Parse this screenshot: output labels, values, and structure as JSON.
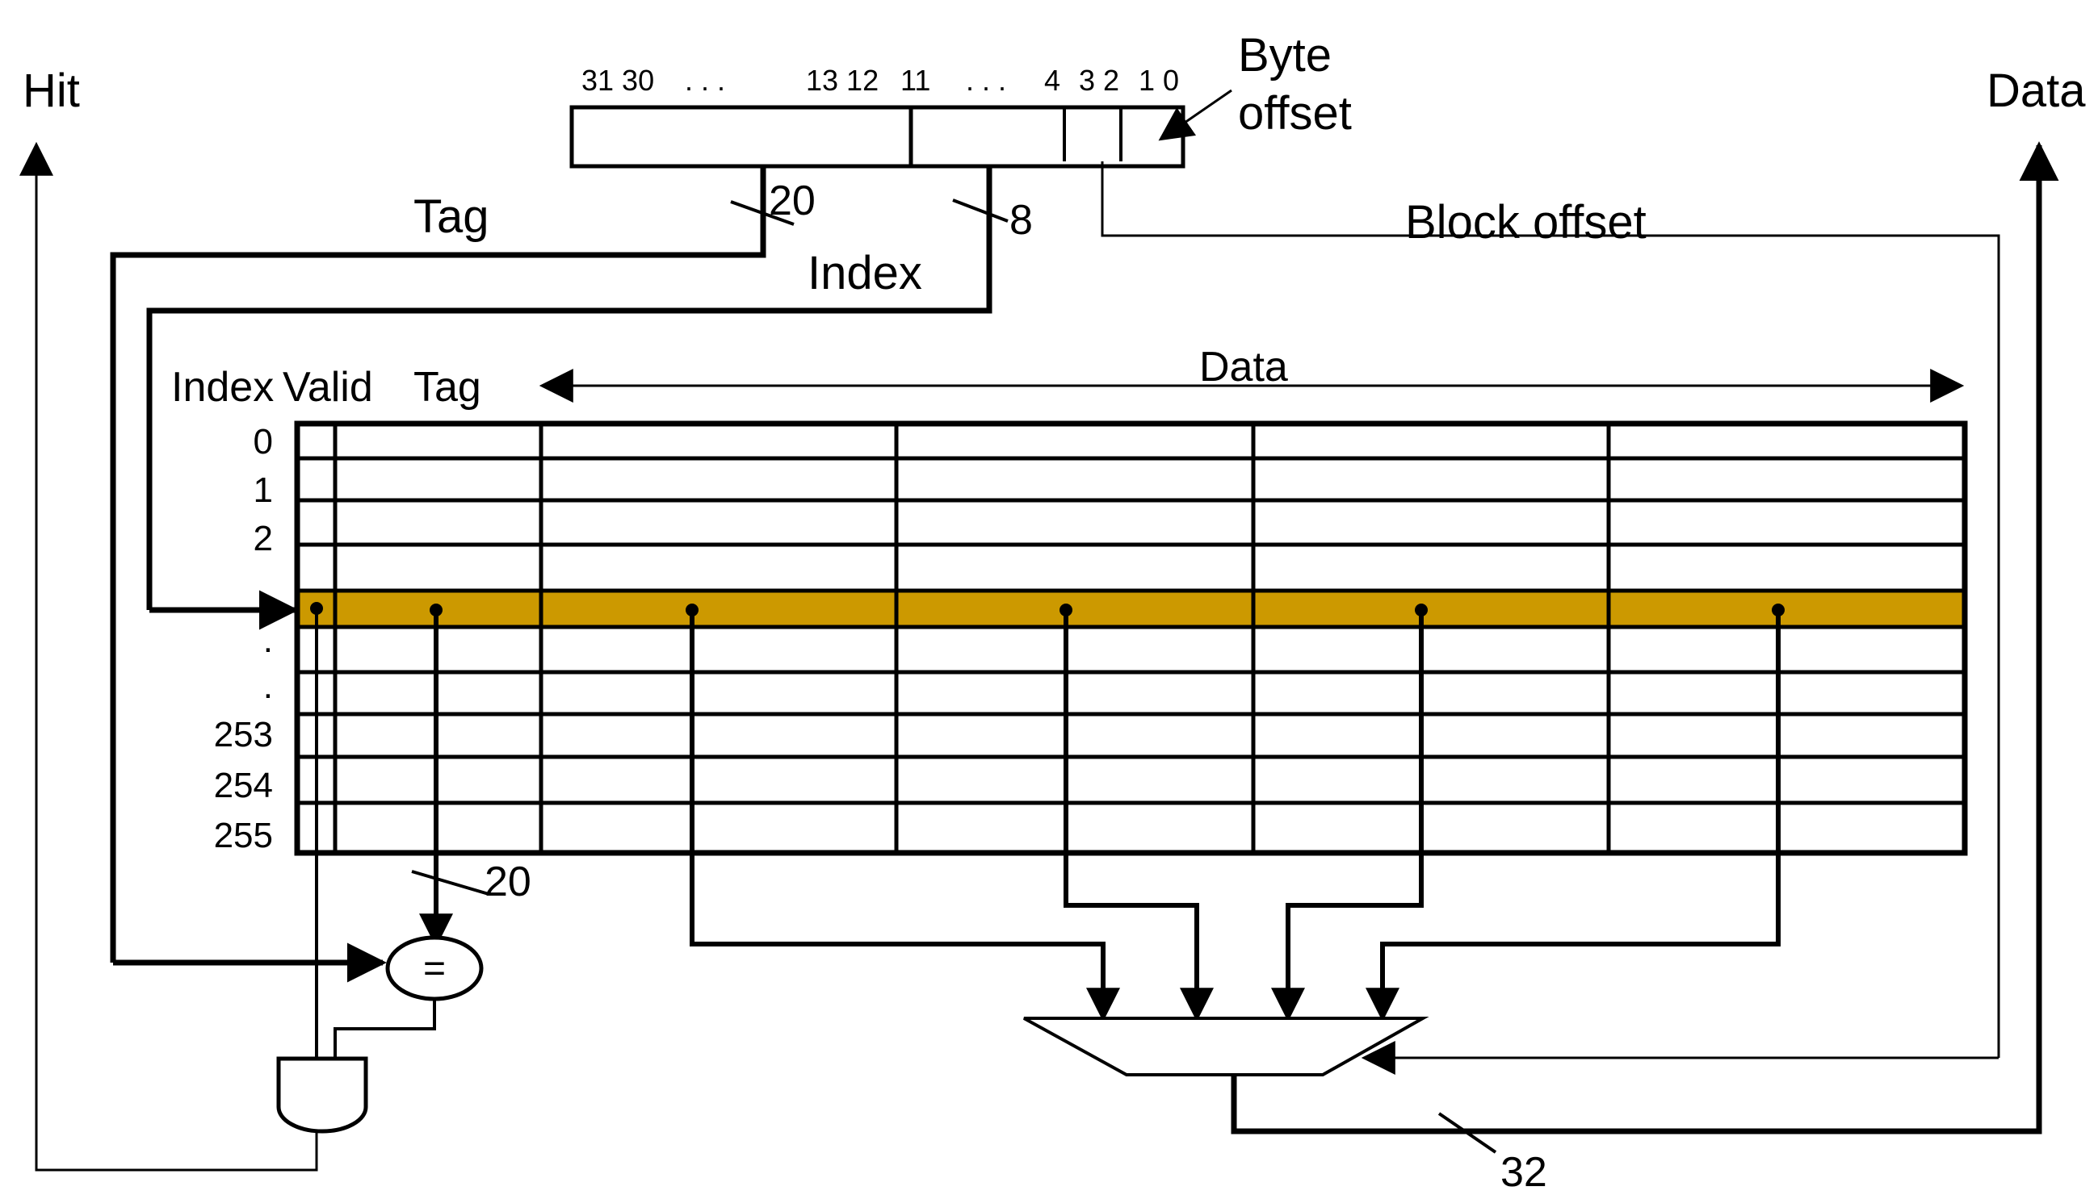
{
  "diagram": {
    "labels": {
      "hit": "Hit",
      "data_out": "Data",
      "byte_offset_line1": "Byte",
      "byte_offset_line2": "offset",
      "tag": "Tag",
      "index": "Index",
      "block_offset": "Block offset",
      "tag_width": "20",
      "index_width": "8",
      "compare_width": "20",
      "data_width": "32",
      "comparator": "="
    },
    "address_bits": [
      "31 30",
      ". . .",
      "13 12",
      "11",
      ". . .",
      "4",
      "3 2",
      "1 0"
    ],
    "table": {
      "headers": {
        "index": "Index",
        "valid": "Valid",
        "tag": "Tag",
        "data": "Data"
      },
      "row_labels": [
        "0",
        "1",
        "2",
        ".",
        ".",
        ".",
        "253",
        "254",
        "255"
      ],
      "highlight_color": "#CC9900"
    }
  }
}
